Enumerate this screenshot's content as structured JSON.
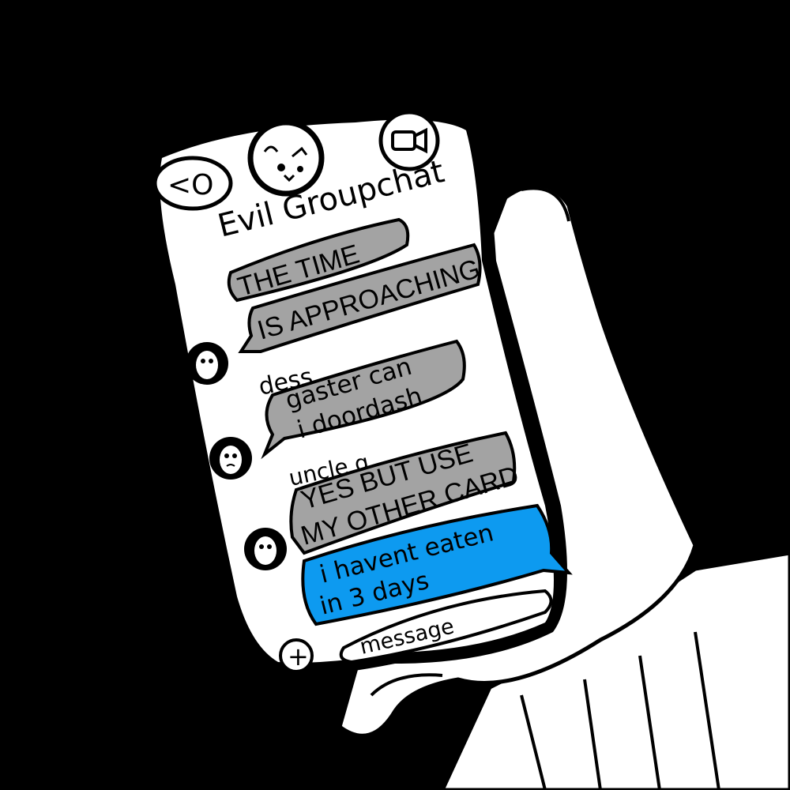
{
  "header": {
    "chat_title": "Evil Groupchat",
    "back_label": "<O",
    "avatar_icon": "group-avatar-icon",
    "video_icon": "video-camera-icon"
  },
  "messages": [
    {
      "sender": "",
      "lines": [
        "THE TIME",
        "IS APPROACHING"
      ],
      "style": "incoming"
    },
    {
      "sender": "dess",
      "lines": [
        "gaster can",
        "i doordash"
      ],
      "style": "incoming"
    },
    {
      "sender": "uncle g",
      "lines": [
        "YES BUT USE",
        "MY OTHER CARD"
      ],
      "style": "incoming"
    },
    {
      "sender": "",
      "lines": [
        "i havent eaten",
        "in 3 days"
      ],
      "style": "outgoing"
    }
  ],
  "composer": {
    "placeholder": "message",
    "add_label": "+"
  },
  "colors": {
    "background": "#000000",
    "phone_screen": "#ffffff",
    "incoming_bubble": "#a3a3a3",
    "outgoing_bubble": "#0d9af0",
    "outline": "#000000"
  }
}
